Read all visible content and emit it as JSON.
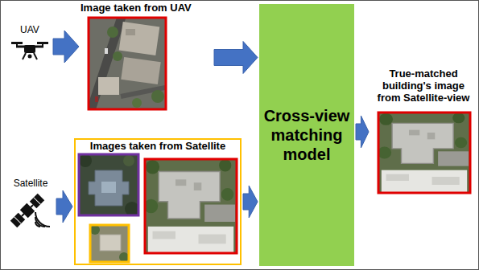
{
  "diagram": {
    "nodes": [
      {
        "text": [
          "UAV"
        ]
      },
      {
        "text": [
          "Image taken from UAV"
        ]
      },
      {
        "text": [
          "Cross-view matching model"
        ]
      },
      {
        "text": [
          "True-matched building's image from Satellite-view"
        ]
      },
      {
        "text": [
          "Satellite"
        ]
      },
      {
        "text": [
          "Images taken from Satellite"
        ]
      }
    ],
    "edges": [
      {
        "from": 0,
        "to": 1,
        "arrow": "to"
      },
      {
        "from": 1,
        "to": 2,
        "arrow": "to"
      },
      {
        "from": 4,
        "to": 5,
        "arrow": "to"
      },
      {
        "from": 5,
        "to": 2,
        "arrow": "to"
      },
      {
        "from": 2,
        "to": 3,
        "arrow": "to"
      }
    ]
  }
}
